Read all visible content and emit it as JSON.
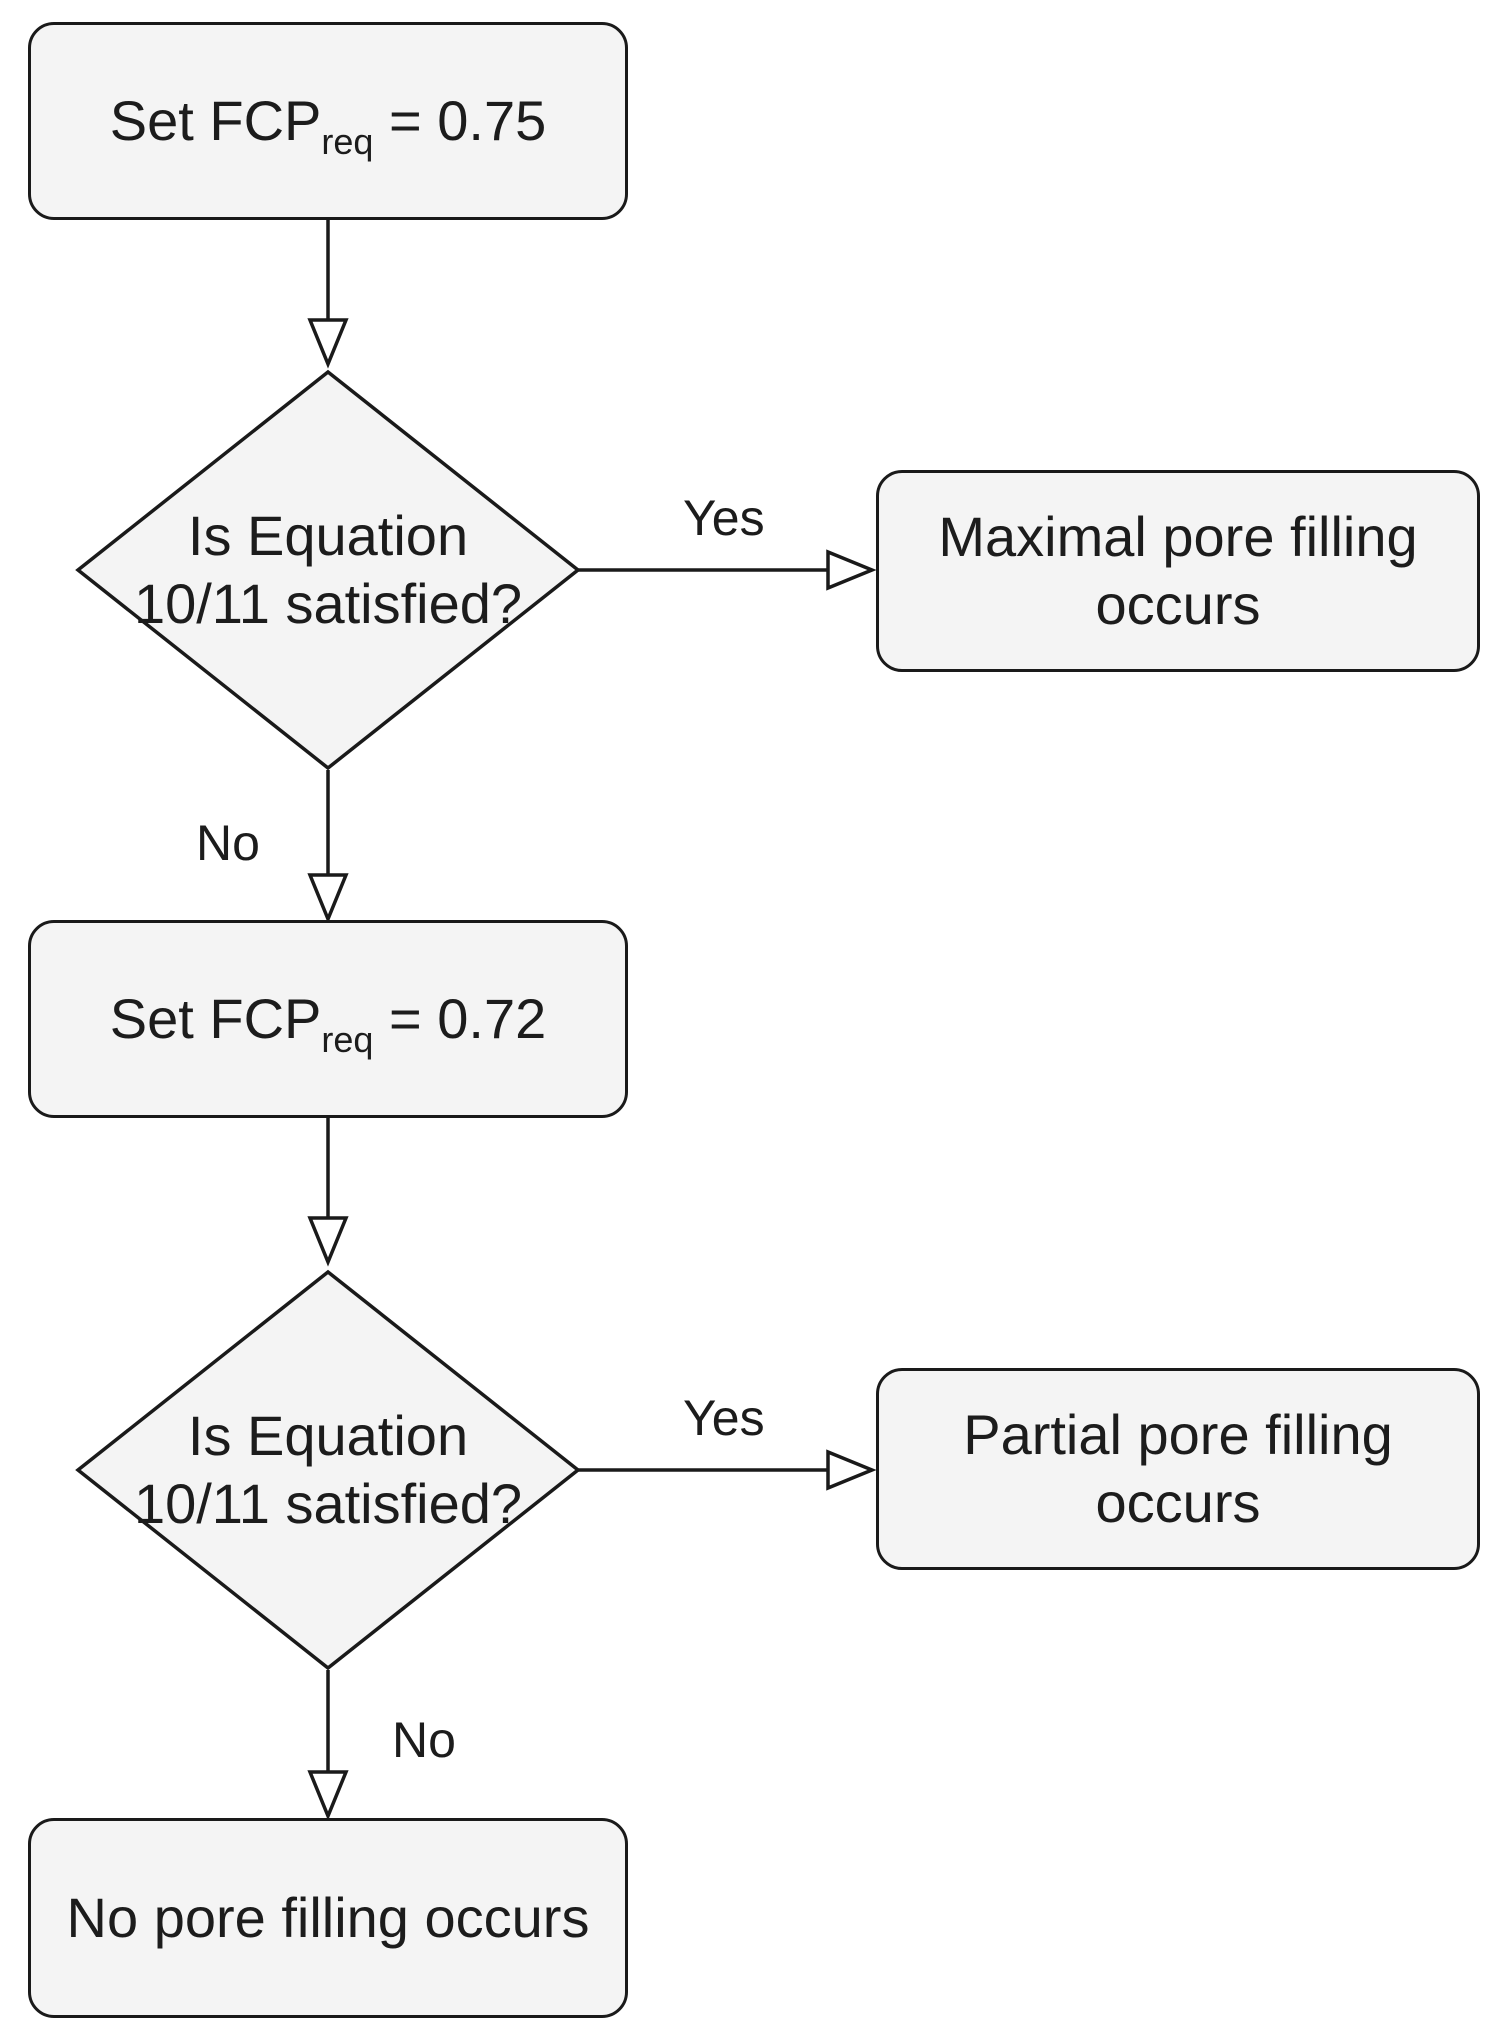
{
  "nodes": {
    "set1": {
      "prefix": "Set FCP",
      "sub": "req",
      "suffix": " = 0.75"
    },
    "decision1": {
      "line1": "Is Equation",
      "line2": "10/11 satisfied?"
    },
    "result1": {
      "line1": "Maximal pore filling",
      "line2": "occurs"
    },
    "set2": {
      "prefix": "Set FCP",
      "sub": "req",
      "suffix": " = 0.72"
    },
    "decision2": {
      "line1": "Is Equation",
      "line2": "10/11 satisfied?"
    },
    "result2": {
      "line1": "Partial pore filling",
      "line2": "occurs"
    },
    "final": {
      "label": "No pore filling occurs"
    }
  },
  "edges": {
    "yes1": "Yes",
    "no1": "No",
    "yes2": "Yes",
    "no2": "No"
  }
}
